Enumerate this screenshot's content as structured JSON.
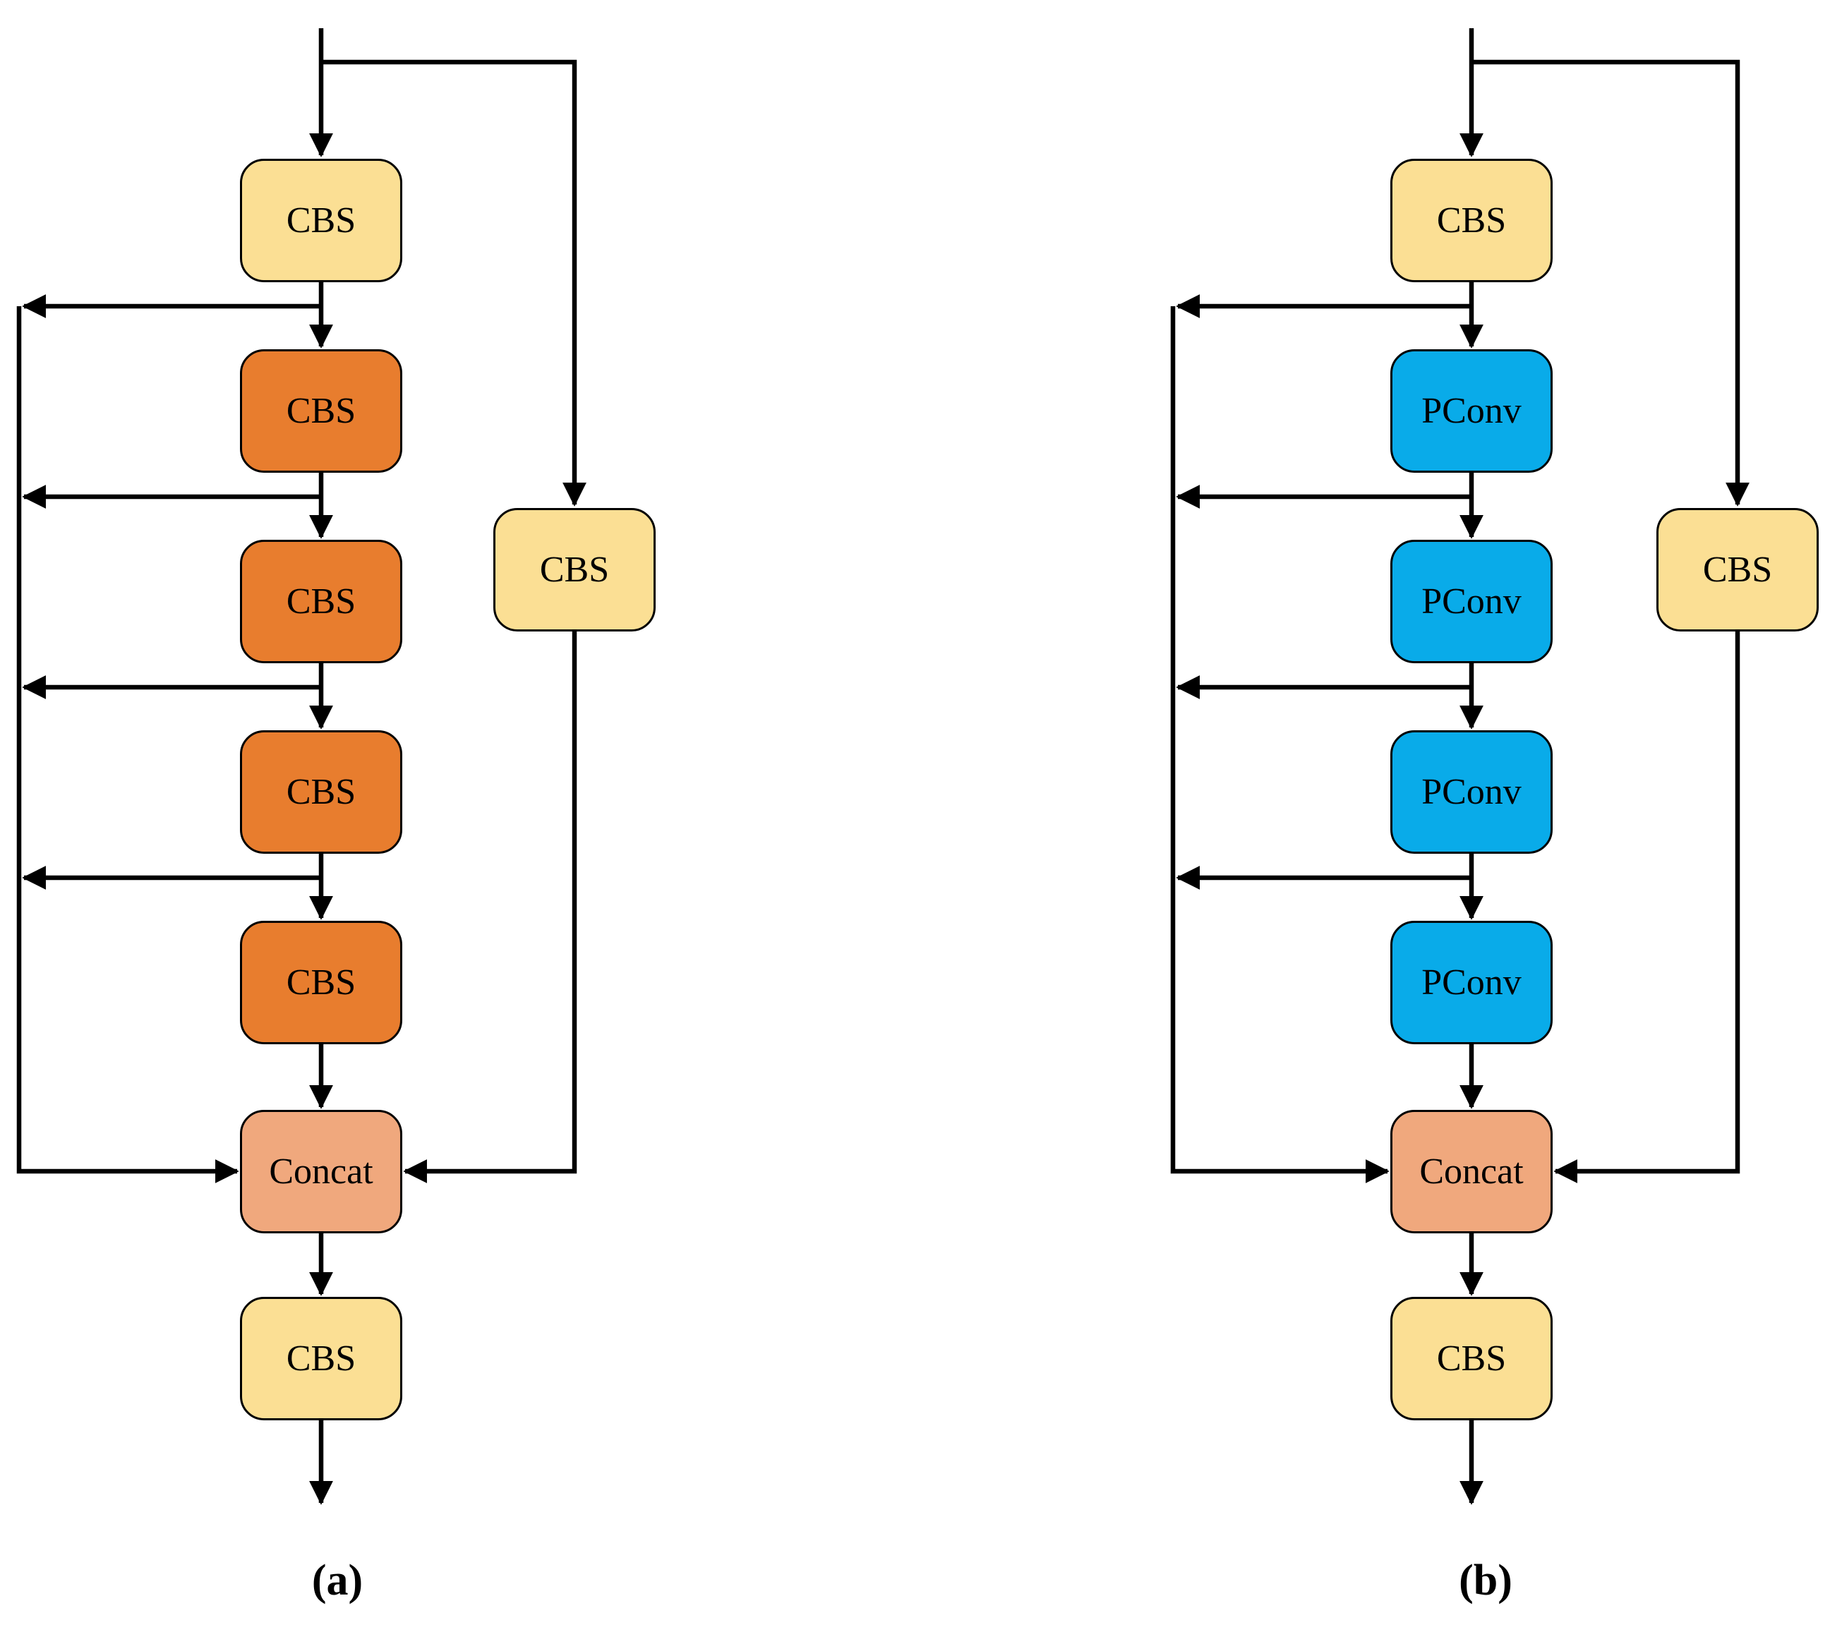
{
  "colors": {
    "yellow": "#FBDF94",
    "orange": "#E87D2E",
    "blue": "#09ABE9",
    "peach": "#F0A87D",
    "line": "#000000"
  },
  "diagram_a": {
    "caption": "(a)",
    "main_nodes": [
      {
        "label": "CBS",
        "color": "yellow"
      },
      {
        "label": "CBS",
        "color": "orange"
      },
      {
        "label": "CBS",
        "color": "orange"
      },
      {
        "label": "CBS",
        "color": "orange"
      },
      {
        "label": "CBS",
        "color": "orange"
      },
      {
        "label": "Concat",
        "color": "peach"
      },
      {
        "label": "CBS",
        "color": "yellow"
      }
    ],
    "bypass_node": {
      "label": "CBS",
      "color": "yellow"
    }
  },
  "diagram_b": {
    "caption": "(b)",
    "main_nodes": [
      {
        "label": "CBS",
        "color": "yellow"
      },
      {
        "label": "PConv",
        "color": "blue"
      },
      {
        "label": "PConv",
        "color": "blue"
      },
      {
        "label": "PConv",
        "color": "blue"
      },
      {
        "label": "PConv",
        "color": "blue"
      },
      {
        "label": "Concat",
        "color": "peach"
      },
      {
        "label": "CBS",
        "color": "yellow"
      }
    ],
    "bypass_node": {
      "label": "CBS",
      "color": "yellow"
    }
  }
}
